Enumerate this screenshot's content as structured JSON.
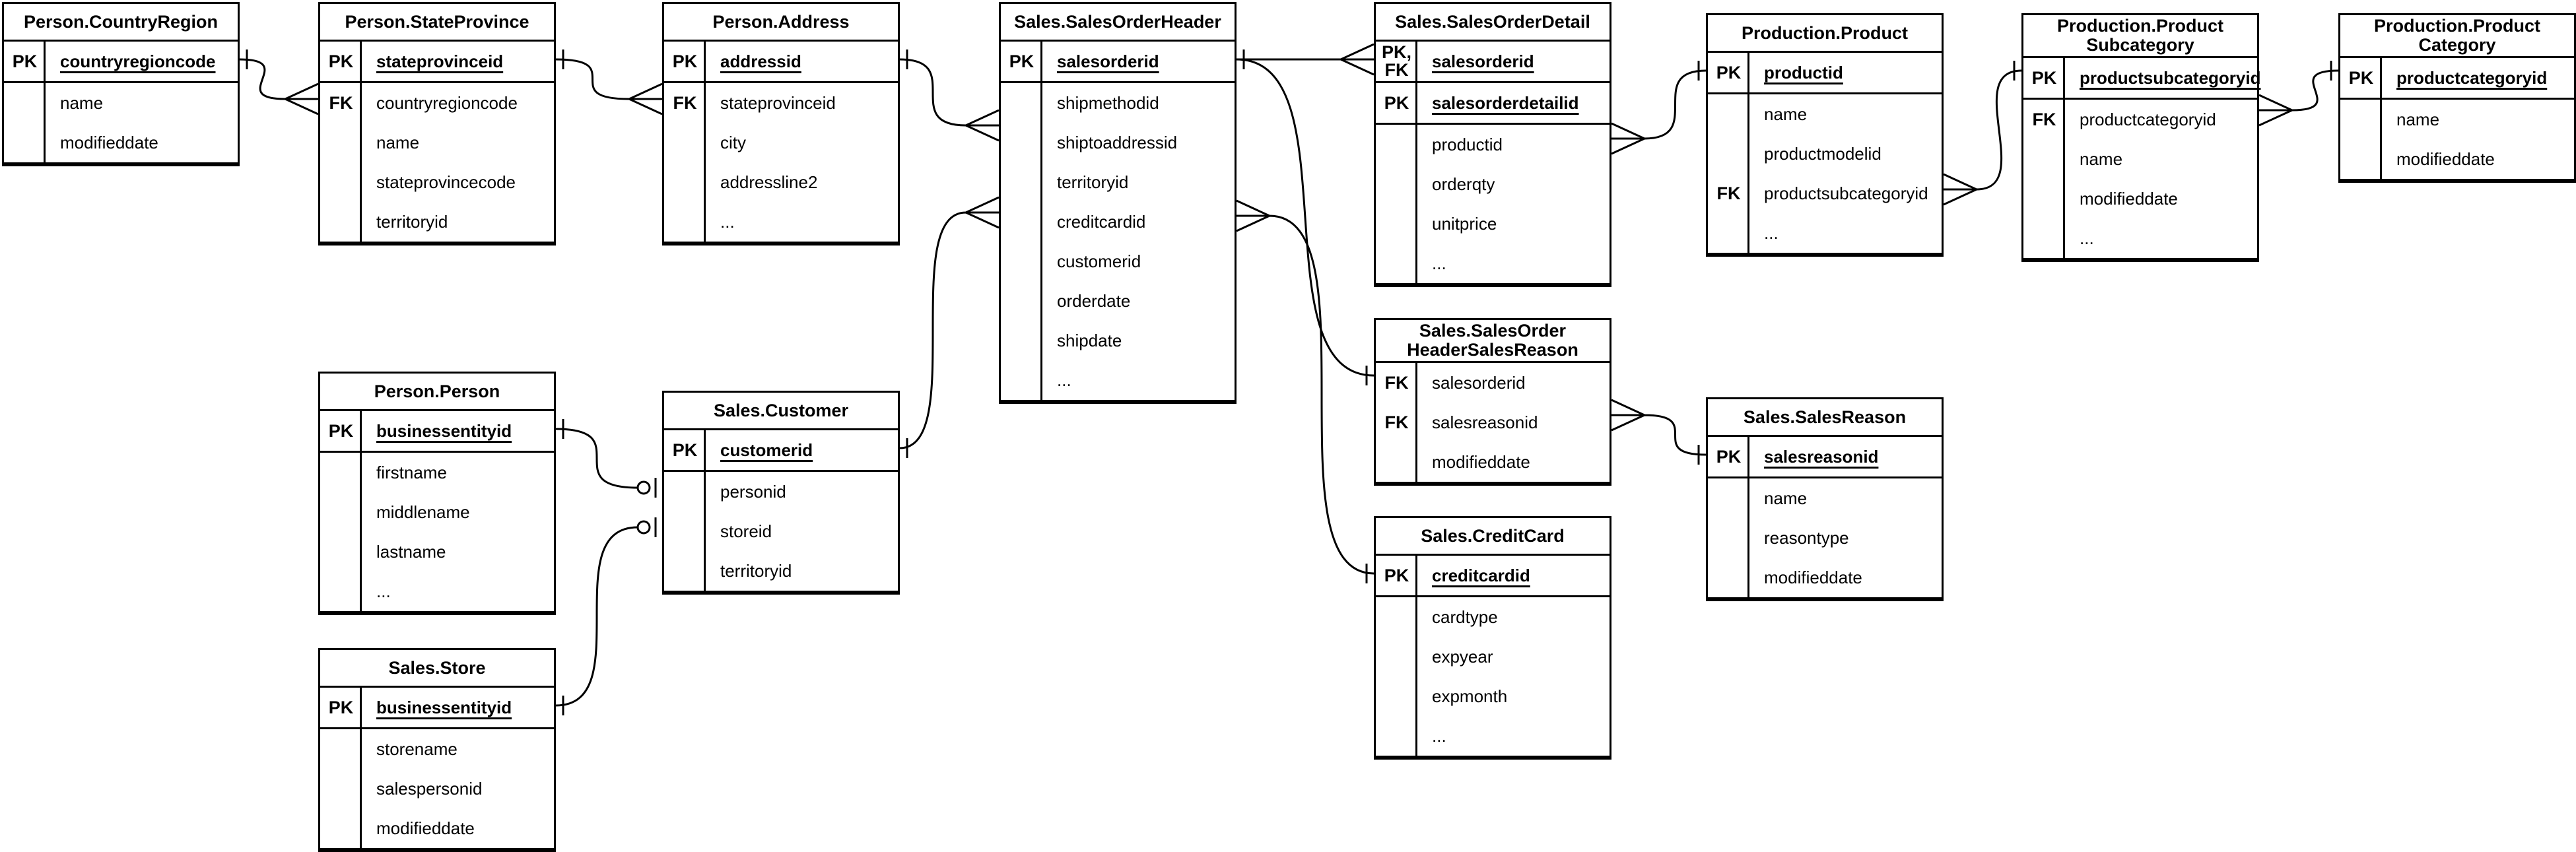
{
  "diagram": {
    "tables": [
      {
        "id": "countryregion",
        "title": [
          "Person.CountryRegion"
        ],
        "key_rows": [
          {
            "key": "PK",
            "name": "countryregioncode"
          }
        ],
        "body_rows": [
          {
            "key": "",
            "name": "name"
          },
          {
            "key": "",
            "name": "modifieddate"
          }
        ]
      },
      {
        "id": "stateprovince",
        "title": [
          "Person.StateProvince"
        ],
        "key_rows": [
          {
            "key": "PK",
            "name": "stateprovinceid"
          }
        ],
        "body_rows": [
          {
            "key": "FK",
            "name": "countryregioncode"
          },
          {
            "key": "",
            "name": "name"
          },
          {
            "key": "",
            "name": "stateprovincecode"
          },
          {
            "key": "",
            "name": "territoryid"
          }
        ]
      },
      {
        "id": "address",
        "title": [
          "Person.Address"
        ],
        "key_rows": [
          {
            "key": "PK",
            "name": "addressid"
          }
        ],
        "body_rows": [
          {
            "key": "FK",
            "name": "stateprovinceid"
          },
          {
            "key": "",
            "name": "city"
          },
          {
            "key": "",
            "name": "addressline2"
          },
          {
            "key": "",
            "name": "..."
          }
        ]
      },
      {
        "id": "salesorderheader",
        "title": [
          "Sales.SalesOrderHeader"
        ],
        "key_rows": [
          {
            "key": "PK",
            "name": "salesorderid"
          }
        ],
        "body_rows": [
          {
            "key": "",
            "name": "shipmethodid"
          },
          {
            "key": "",
            "name": "shiptoaddressid"
          },
          {
            "key": "",
            "name": "territoryid"
          },
          {
            "key": "",
            "name": "creditcardid"
          },
          {
            "key": "",
            "name": "customerid"
          },
          {
            "key": "",
            "name": "orderdate"
          },
          {
            "key": "",
            "name": "shipdate"
          },
          {
            "key": "",
            "name": "..."
          }
        ]
      },
      {
        "id": "salesorderdetail",
        "title": [
          "Sales.SalesOrderDetail"
        ],
        "key_rows": [
          {
            "key": "PK,\nFK",
            "name": "salesorderid"
          },
          {
            "key": "PK",
            "name": "salesorderdetailid"
          }
        ],
        "body_rows": [
          {
            "key": "",
            "name": "productid"
          },
          {
            "key": "",
            "name": "orderqty"
          },
          {
            "key": "",
            "name": "unitprice"
          },
          {
            "key": "",
            "name": "..."
          }
        ]
      },
      {
        "id": "product",
        "title": [
          "Production.Product"
        ],
        "key_rows": [
          {
            "key": "PK",
            "name": "productid"
          }
        ],
        "body_rows": [
          {
            "key": "",
            "name": "name"
          },
          {
            "key": "",
            "name": "productmodelid"
          },
          {
            "key": "FK",
            "name": "productsubcategoryid"
          },
          {
            "key": "",
            "name": "..."
          }
        ]
      },
      {
        "id": "productsubcategory",
        "title": [
          "Production.Product",
          "Subcategory"
        ],
        "key_rows": [
          {
            "key": "PK",
            "name": "productsubcategoryid"
          }
        ],
        "body_rows": [
          {
            "key": "FK",
            "name": "productcategoryid"
          },
          {
            "key": "",
            "name": "name"
          },
          {
            "key": "",
            "name": "modifieddate"
          },
          {
            "key": "",
            "name": "..."
          }
        ]
      },
      {
        "id": "productcategory",
        "title": [
          "Production.Product",
          "Category"
        ],
        "key_rows": [
          {
            "key": "PK",
            "name": "productcategoryid"
          }
        ],
        "body_rows": [
          {
            "key": "",
            "name": "name"
          },
          {
            "key": "",
            "name": "modifieddate"
          }
        ]
      },
      {
        "id": "person",
        "title": [
          "Person.Person"
        ],
        "key_rows": [
          {
            "key": "PK",
            "name": "businessentityid"
          }
        ],
        "body_rows": [
          {
            "key": "",
            "name": "firstname"
          },
          {
            "key": "",
            "name": "middlename"
          },
          {
            "key": "",
            "name": "lastname"
          },
          {
            "key": "",
            "name": "..."
          }
        ]
      },
      {
        "id": "customer",
        "title": [
          "Sales.Customer"
        ],
        "key_rows": [
          {
            "key": "PK",
            "name": "customerid"
          }
        ],
        "body_rows": [
          {
            "key": "",
            "name": "personid"
          },
          {
            "key": "",
            "name": "storeid"
          },
          {
            "key": "",
            "name": "territoryid"
          }
        ]
      },
      {
        "id": "sohsalesreason",
        "title": [
          "Sales.SalesOrder",
          "HeaderSalesReason"
        ],
        "key_rows": [],
        "body_rows": [
          {
            "key": "FK",
            "name": "salesorderid"
          },
          {
            "key": "FK",
            "name": "salesreasonid"
          },
          {
            "key": "",
            "name": "modifieddate"
          }
        ]
      },
      {
        "id": "salesreason",
        "title": [
          "Sales.SalesReason"
        ],
        "key_rows": [
          {
            "key": "PK",
            "name": "salesreasonid"
          }
        ],
        "body_rows": [
          {
            "key": "",
            "name": "name"
          },
          {
            "key": "",
            "name": "reasontype"
          },
          {
            "key": "",
            "name": "modifieddate"
          }
        ]
      },
      {
        "id": "store",
        "title": [
          "Sales.Store"
        ],
        "key_rows": [
          {
            "key": "PK",
            "name": "businessentityid"
          }
        ],
        "body_rows": [
          {
            "key": "",
            "name": "storename"
          },
          {
            "key": "",
            "name": "salespersonid"
          },
          {
            "key": "",
            "name": "modifieddate"
          }
        ]
      },
      {
        "id": "creditcard",
        "title": [
          "Sales.CreditCard"
        ],
        "key_rows": [
          {
            "key": "PK",
            "name": "creditcardid"
          }
        ],
        "body_rows": [
          {
            "key": "",
            "name": "cardtype"
          },
          {
            "key": "",
            "name": "expyear"
          },
          {
            "key": "",
            "name": "expmonth"
          },
          {
            "key": "",
            "name": "..."
          }
        ]
      }
    ],
    "relationships": [
      {
        "from_table": "Person.CountryRegion",
        "from_field": "countryregioncode",
        "from_card": "one",
        "to_table": "Person.StateProvince",
        "to_field": "countryregioncode",
        "to_card": "many"
      },
      {
        "from_table": "Person.StateProvince",
        "from_field": "stateprovinceid",
        "from_card": "one",
        "to_table": "Person.Address",
        "to_field": "stateprovinceid",
        "to_card": "many"
      },
      {
        "from_table": "Person.Address",
        "from_field": "addressid",
        "from_card": "one",
        "to_table": "Sales.SalesOrderHeader",
        "to_field": "shiptoaddressid",
        "to_card": "many"
      },
      {
        "from_table": "Sales.Customer",
        "from_field": "customerid",
        "from_card": "one",
        "to_table": "Sales.SalesOrderHeader",
        "to_field": "customerid",
        "to_card": "many"
      },
      {
        "from_table": "Sales.SalesOrderHeader",
        "from_field": "salesorderid",
        "from_card": "one",
        "to_table": "Sales.SalesOrderDetail",
        "to_field": "salesorderid",
        "to_card": "many"
      },
      {
        "from_table": "Sales.SalesOrderHeader",
        "from_field": "salesorderid",
        "from_card": "one",
        "to_table": "Sales.SalesOrderHeaderSalesReason",
        "to_field": "salesorderid",
        "to_card": "one"
      },
      {
        "from_table": "Sales.SalesOrderHeader",
        "from_field": "creditcardid",
        "from_card": "many",
        "to_table": "Sales.CreditCard",
        "to_field": "creditcardid",
        "to_card": "one"
      },
      {
        "from_table": "Sales.SalesOrderHeaderSalesReason",
        "from_field": "salesreasonid",
        "from_card": "many",
        "to_table": "Sales.SalesReason",
        "to_field": "salesreasonid",
        "to_card": "one"
      },
      {
        "from_table": "Sales.SalesOrderDetail",
        "from_field": "productid",
        "from_card": "many",
        "to_table": "Production.Product",
        "to_field": "productid",
        "to_card": "one"
      },
      {
        "from_table": "Production.Product",
        "from_field": "productsubcategoryid",
        "from_card": "many",
        "to_table": "Production.ProductSubcategory",
        "to_field": "productsubcategoryid",
        "to_card": "one"
      },
      {
        "from_table": "Production.ProductSubcategory",
        "from_field": "productcategoryid",
        "from_card": "many",
        "to_table": "Production.ProductCategory",
        "to_field": "productcategoryid",
        "to_card": "one"
      },
      {
        "from_table": "Person.Person",
        "from_field": "businessentityid",
        "from_card": "one",
        "to_table": "Sales.Customer",
        "to_field": "personid",
        "to_card": "zero-or-one"
      },
      {
        "from_table": "Sales.Store",
        "from_field": "businessentityid",
        "from_card": "one",
        "to_table": "Sales.Customer",
        "to_field": "storeid",
        "to_card": "zero-or-one"
      }
    ]
  }
}
